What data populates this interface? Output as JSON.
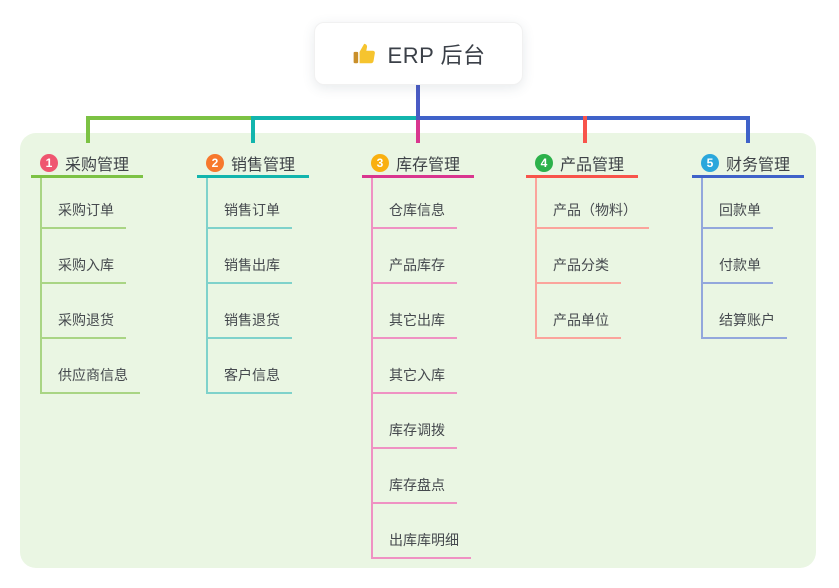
{
  "root": {
    "label": "ERP 后台",
    "icon": "thumbs-up-icon"
  },
  "colors": {
    "panel_bg": "#eaf6e3",
    "root_connector": "#4a5bc5",
    "branch_accents": [
      "#7cc244",
      "#12b5ad",
      "#d9368f",
      "#f8544b",
      "#3f62c9"
    ],
    "branch_tints": [
      "#a9d584",
      "#7fd2cb",
      "#ef92c3",
      "#fba49c",
      "#93a7dc"
    ],
    "badge_colors": [
      "#ef5670",
      "#f7782d",
      "#f9b010",
      "#2cb14a",
      "#2aa7dc"
    ]
  },
  "branches": [
    {
      "num": "1",
      "label": "采购管理",
      "children": [
        "采购订单",
        "采购入库",
        "采购退货",
        "供应商信息"
      ]
    },
    {
      "num": "2",
      "label": "销售管理",
      "children": [
        "销售订单",
        "销售出库",
        "销售退货",
        "客户信息"
      ]
    },
    {
      "num": "3",
      "label": "库存管理",
      "children": [
        "仓库信息",
        "产品库存",
        "其它出库",
        "其它入库",
        "库存调拨",
        "库存盘点",
        "出库库明细"
      ]
    },
    {
      "num": "4",
      "label": "产品管理",
      "children": [
        "产品（物料）",
        "产品分类",
        "产品单位"
      ]
    },
    {
      "num": "5",
      "label": "财务管理",
      "children": [
        "回款单",
        "付款单",
        "结算账户"
      ]
    }
  ]
}
